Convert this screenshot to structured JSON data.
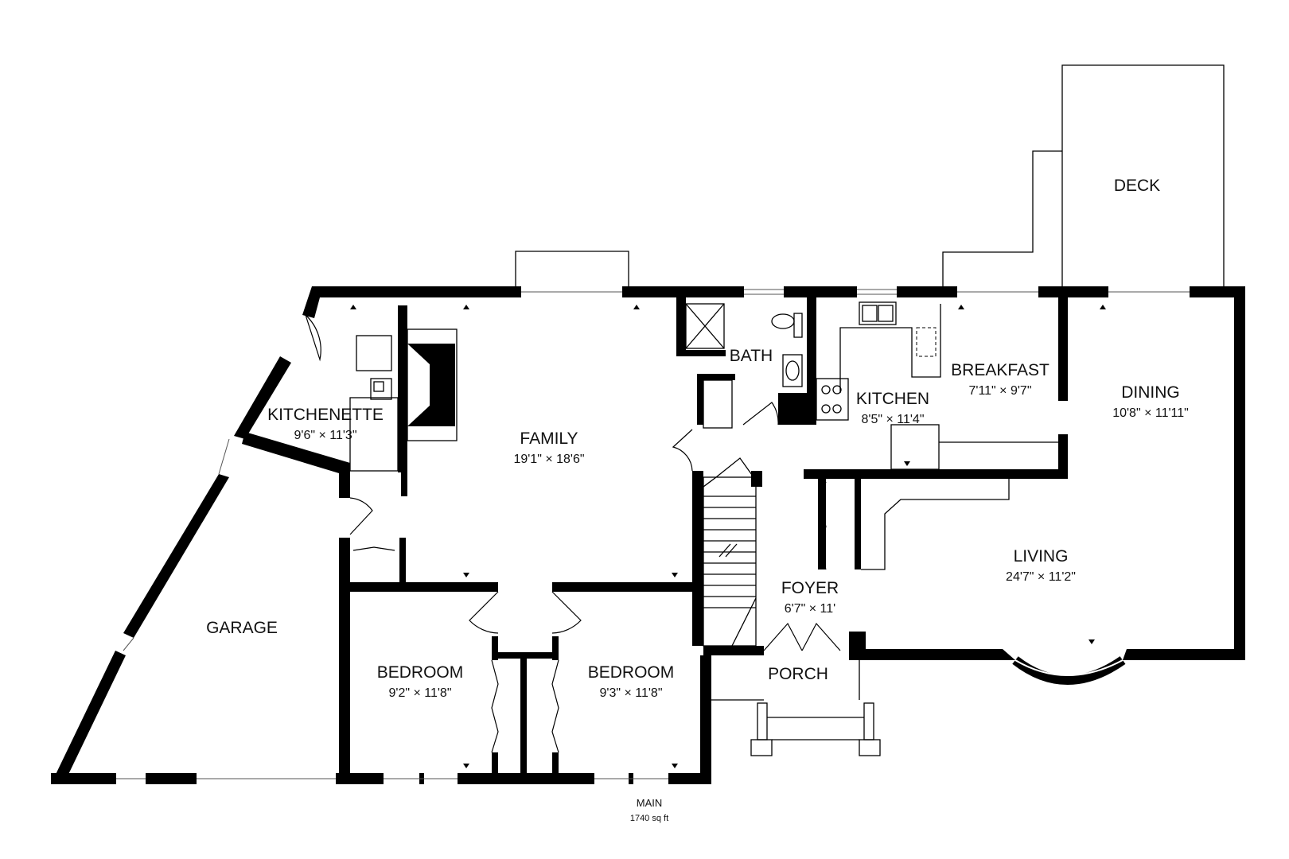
{
  "floor": {
    "name": "MAIN",
    "area": "1740 sq ft"
  },
  "rooms": {
    "deck": {
      "name": "DECK",
      "dims": ""
    },
    "bath": {
      "name": "BATH",
      "dims": ""
    },
    "breakfast": {
      "name": "BREAKFAST",
      "dims": "7'11\" × 9'7\""
    },
    "dining": {
      "name": "DINING",
      "dims": "10'8\" × 11'11\""
    },
    "kitchenette": {
      "name": "KITCHENETTE",
      "dims": "9'6\" × 11'3\""
    },
    "family": {
      "name": "FAMILY",
      "dims": "19'1\" × 18'6\""
    },
    "kitchen": {
      "name": "KITCHEN",
      "dims": "8'5\" × 11'4\""
    },
    "living": {
      "name": "LIVING",
      "dims": "24'7\" × 11'2\""
    },
    "foyer": {
      "name": "FOYER",
      "dims": "6'7\" × 11'"
    },
    "garage": {
      "name": "GARAGE",
      "dims": ""
    },
    "bedroom_left": {
      "name": "BEDROOM",
      "dims": "9'2\" × 11'8\""
    },
    "bedroom_right": {
      "name": "BEDROOM",
      "dims": "9'3\" × 11'8\""
    },
    "porch": {
      "name": "PORCH",
      "dims": ""
    }
  },
  "colors": {
    "wall": "#000000",
    "background": "#ffffff",
    "text": "#111111"
  }
}
